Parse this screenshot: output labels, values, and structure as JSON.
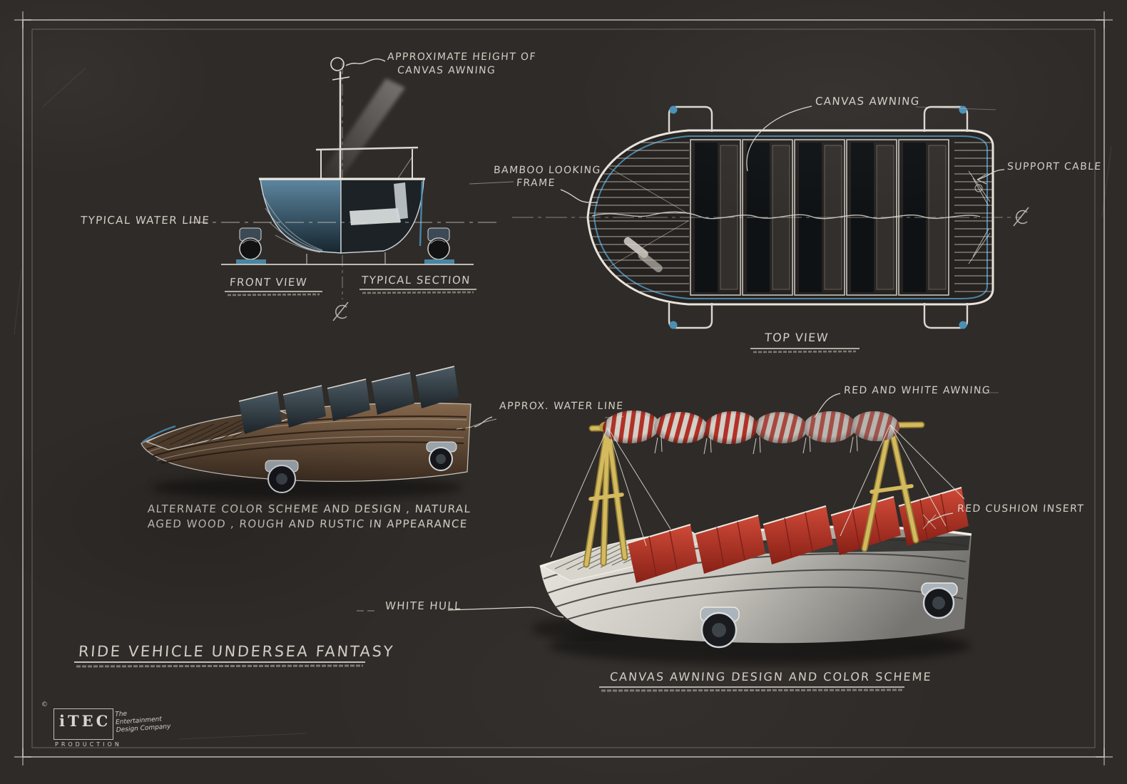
{
  "title_block": {
    "title": "RIDE VEHICLE UNDERSEA FANTASY",
    "logo_name": "iTEC",
    "logo_tagline": "The Entertainment Design Company",
    "logo_sub": "PRODUCTION",
    "copyright": "©"
  },
  "view_labels": {
    "front_view": "FRONT VIEW",
    "typical_section": "TYPICAL SECTION",
    "top_view": "TOP VIEW"
  },
  "captions": {
    "alternate_line1": "ALTERNATE COLOR SCHEME AND DESIGN , NATURAL",
    "alternate_line2": "AGED WOOD , ROUGH AND RUSTIC IN APPEARANCE",
    "awning": "CANVAS AWNING DESIGN AND COLOR SCHEME"
  },
  "annotations": {
    "approx_height_line1": "APPROXIMATE HEIGHT OF",
    "approx_height_line2": "CANVAS AWNING",
    "canvas_awning": "CANVAS AWNING",
    "bamboo_frame_line1": "BAMBOO LOOKING",
    "bamboo_frame_line2": "FRAME",
    "support_cable": "SUPPORT CABLE",
    "typical_water_line": "TYPICAL WATER LINE",
    "approx_water_line": "APPROX. WATER LINE",
    "red_white_awning": "RED AND WHITE AWNING",
    "red_cushion_insert": "RED CUSHION INSERT",
    "white_hull": "WHITE HULL"
  },
  "colors": {
    "background": "#2f2b28",
    "line_white": "#dad6cd",
    "blueprint_blue": "#4a8fb5",
    "canvas_red": "#b23127",
    "bamboo_yellow": "#d2b456",
    "wood_brown": "#6e5640",
    "hull_white": "#ddd9d1"
  }
}
